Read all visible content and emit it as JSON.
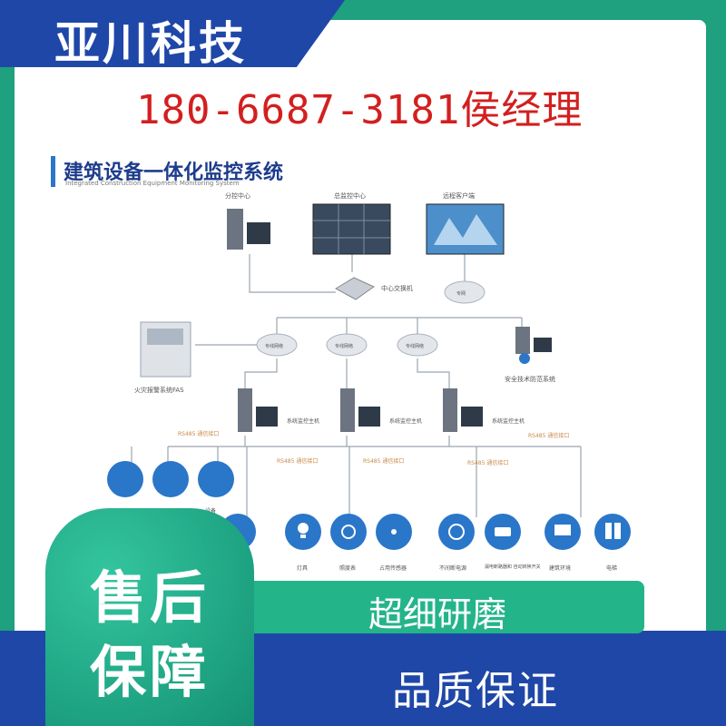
{
  "brand": {
    "name": "亚川科技"
  },
  "contact": {
    "phone_line": "180-6687-3181侯经理"
  },
  "diagram": {
    "title": "建筑设备一体化监控系统",
    "subtitle": "Integrated Construction Equipment Monitoring System",
    "top_nodes": [
      "分控中心",
      "总监控中心",
      "远程客户端"
    ],
    "switch_label": "中心交换机",
    "cloud_labels": [
      "专网",
      "专线网络",
      "专线网络",
      "专线网络"
    ],
    "fire_system_label": "火灾报警系统FAS",
    "security_label": "安全技术防范系统",
    "host_label": "系统监控主机",
    "bus_labels": [
      "RS485\n通信接口",
      "RS485\n通信接口",
      "RS485\n通信接口",
      "RS485\n通信接口",
      "RS485\n通信接口"
    ],
    "device_labels_top": [
      "",
      "",
      "设备"
    ],
    "device_labels_bottom": [
      "",
      "灯具",
      "照度表",
      "占用传感器",
      "不间断电源",
      "漏电断路器和\n自动转换开关",
      "建筑环境",
      "电梯"
    ],
    "accent": "#2a76c9"
  },
  "badges": {
    "after_sales_line1": "售后",
    "after_sales_line2": "保障",
    "green_ribbon": "超细研磨",
    "blue_ribbon": "品质保证"
  },
  "colors": {
    "frame": "#1fa07e",
    "brand_blue": "#1f47a8",
    "phone_red": "#d31f1f",
    "badge_green": "#24b48a"
  }
}
